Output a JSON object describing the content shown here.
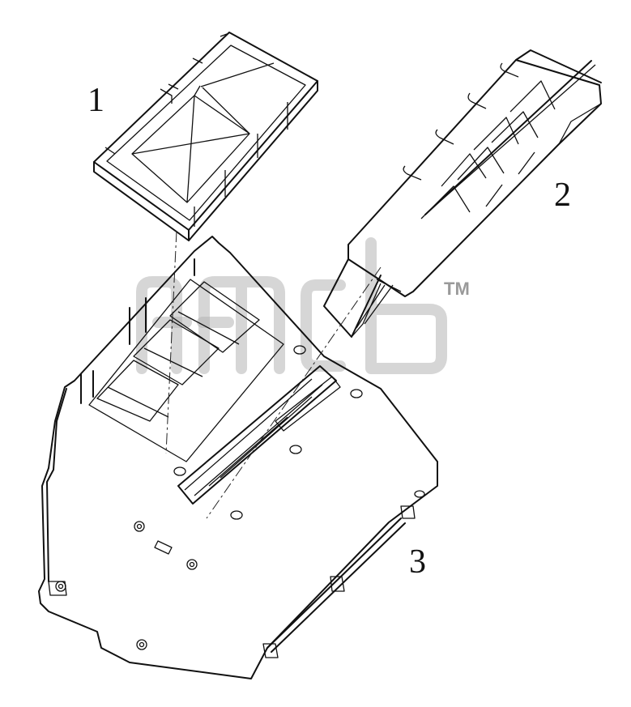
{
  "parts": [
    {
      "number": "1"
    },
    {
      "number": "2"
    },
    {
      "number": "3"
    }
  ],
  "watermark": {
    "trademark": "TM",
    "color": "#b4b4b4"
  },
  "colors": {
    "line": "#111111",
    "background": "#ffffff"
  }
}
